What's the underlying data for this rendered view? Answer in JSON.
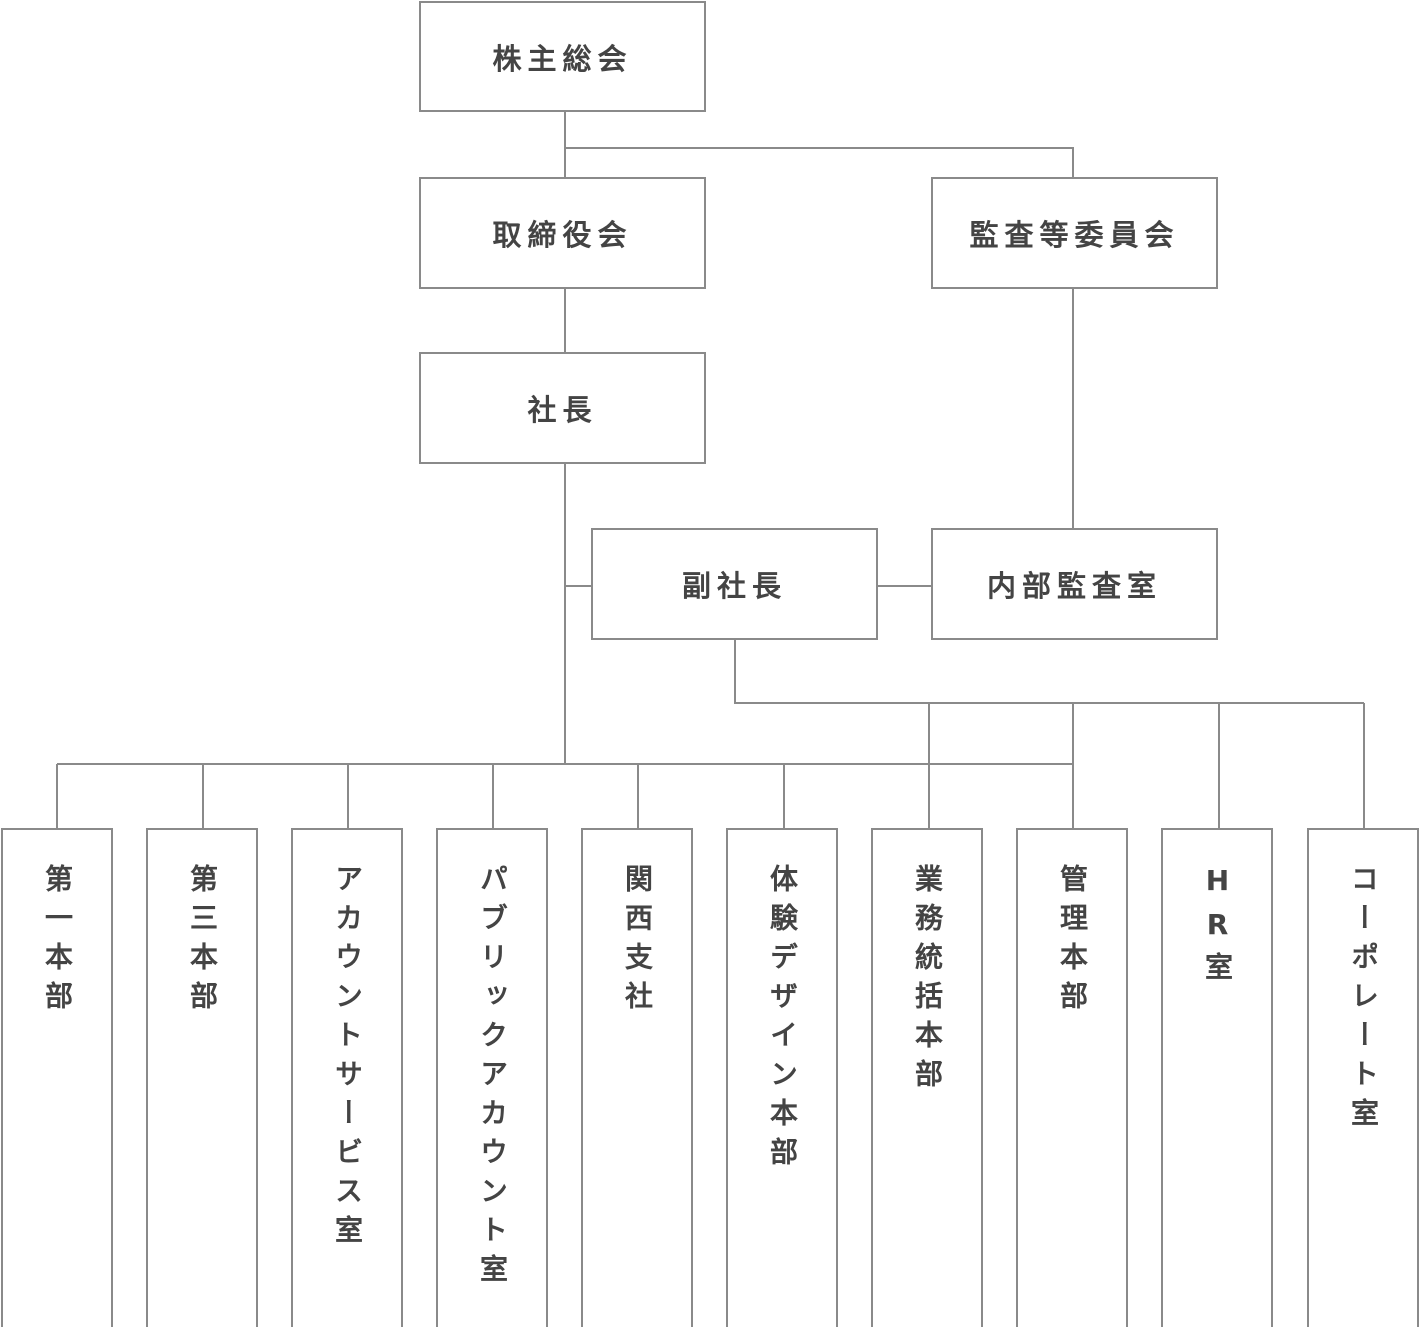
{
  "nodes": {
    "shareholders": "株主総会",
    "board": "取締役会",
    "audit_committee": "監査等委員会",
    "president": "社長",
    "vice_president": "副社長",
    "internal_audit": "内部監査室"
  },
  "departments": [
    "第一本部",
    "第三本部",
    "アカウントサービス室",
    "パブリックアカウント室",
    "関西支社",
    "体験デザイン本部",
    "業務統括本部",
    "管理本部",
    "HR室",
    "コーポレート室"
  ],
  "colors": {
    "line": "#8a8a8a",
    "text": "#444444"
  }
}
